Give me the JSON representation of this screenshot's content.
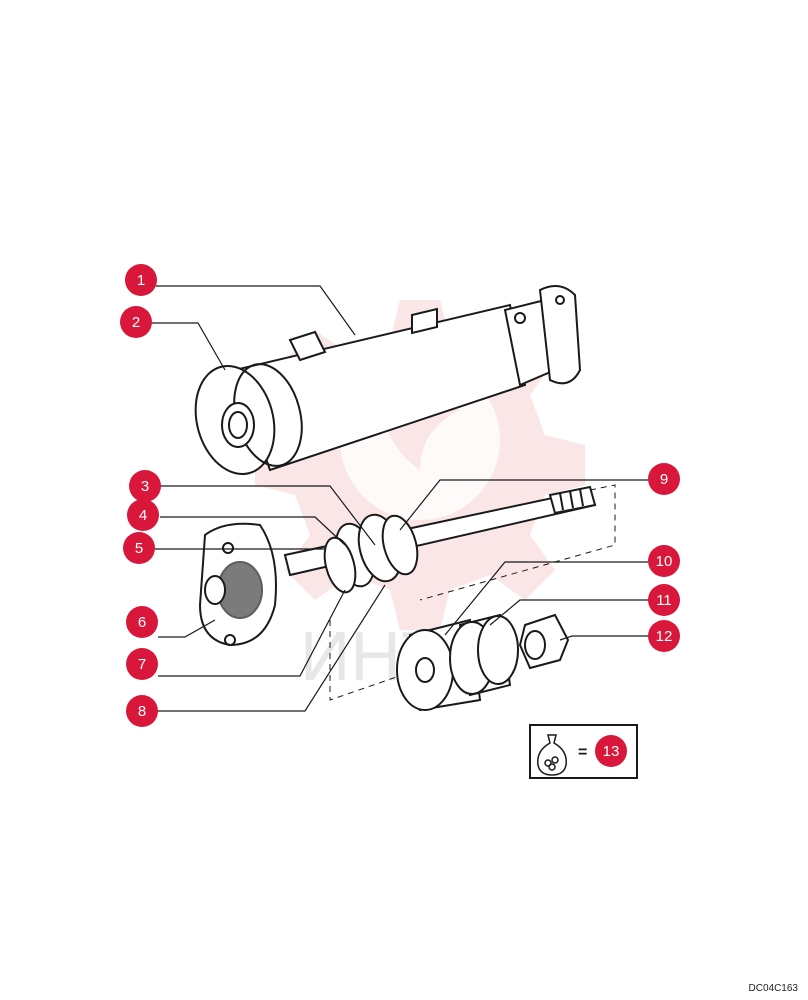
{
  "callouts": [
    {
      "id": "1",
      "label": "1"
    },
    {
      "id": "2",
      "label": "2"
    },
    {
      "id": "3",
      "label": "3"
    },
    {
      "id": "4",
      "label": "4"
    },
    {
      "id": "5",
      "label": "5"
    },
    {
      "id": "6",
      "label": "6"
    },
    {
      "id": "7",
      "label": "7"
    },
    {
      "id": "8",
      "label": "8"
    },
    {
      "id": "9",
      "label": "9"
    },
    {
      "id": "10",
      "label": "10"
    },
    {
      "id": "11",
      "label": "11"
    },
    {
      "id": "12",
      "label": "12"
    },
    {
      "id": "13",
      "label": "13"
    }
  ],
  "kit_box": {
    "equals": "=",
    "icon": "parts-bag-icon"
  },
  "watermark": {
    "text": "ИНТЕ",
    "icon": "gear-logo-icon"
  },
  "colors": {
    "badge": "#d8173a",
    "line": "#1a1a1a",
    "watermark": "#f2b8b8"
  },
  "figure_code": "DC04C163"
}
